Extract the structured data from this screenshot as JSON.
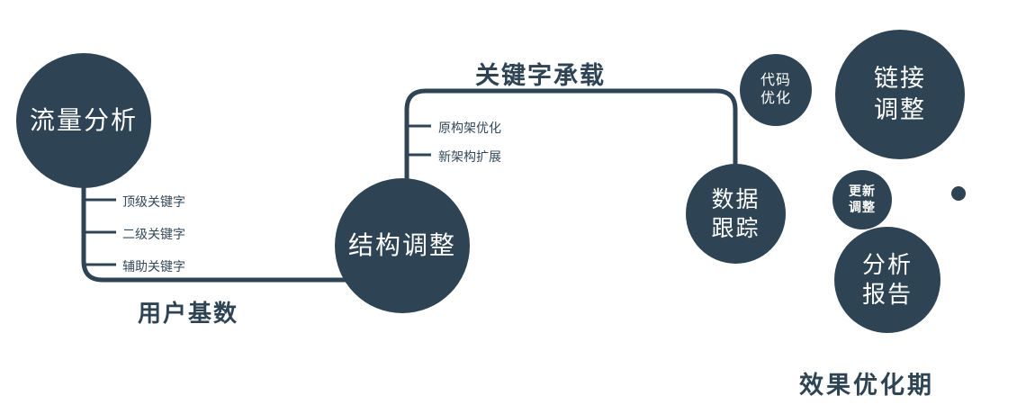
{
  "colors": {
    "accent": "#2E4454",
    "background": "#ffffff",
    "node_text": "#ffffff"
  },
  "nodes": {
    "traffic_analysis": {
      "label": "流量分析"
    },
    "structure_adjust": {
      "label": "结构调整"
    },
    "data_tracking": {
      "line1": "数据",
      "line2": "跟踪"
    },
    "code_optimization": {
      "line1": "代码",
      "line2": "优化"
    },
    "link_adjustment": {
      "line1": "链接",
      "line2": "调整"
    },
    "update_adjustment": {
      "line1": "更新",
      "line2": "调整"
    },
    "analysis_report": {
      "line1": "分析",
      "line2": "报告"
    }
  },
  "edges": {
    "user_base": "用户基数",
    "keyword_carry": "关键字承载"
  },
  "branches": {
    "traffic": [
      "顶级关键字",
      "二级关键字",
      "辅助关键字"
    ],
    "structure": [
      "原构架优化",
      "新架构扩展"
    ]
  },
  "footer": "效果优化期"
}
